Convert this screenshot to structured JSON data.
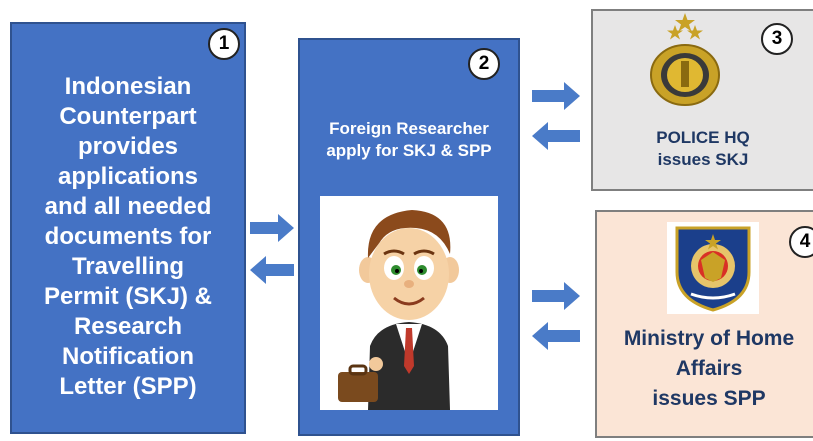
{
  "steps": [
    {
      "number": "1",
      "text": "Indonesian\nCounterpart\nprovides\napplications\nand all needed\ndocuments for\nTravelling\nPermit (SKJ) &\nResearch\nNotification\nLetter (SPP)"
    },
    {
      "number": "2",
      "text": "Foreign Researcher\napply for SKJ & SPP"
    },
    {
      "number": "3",
      "text": "POLICE HQ\nissues SKJ"
    },
    {
      "number": "4",
      "text": "Ministry of Home\nAffairs\nissues SPP"
    }
  ],
  "icons": [
    "police-emblem-icon",
    "ministry-emblem-icon",
    "researcher-cartoon-icon",
    "arrow-right-icon",
    "arrow-left-icon"
  ],
  "colors": {
    "blue_box": "#4472c4",
    "arrow": "#4a7bc8",
    "police_box": "#e7e6e6",
    "ministry_box": "#fbe5d6",
    "text_dark": "#1f3864"
  }
}
